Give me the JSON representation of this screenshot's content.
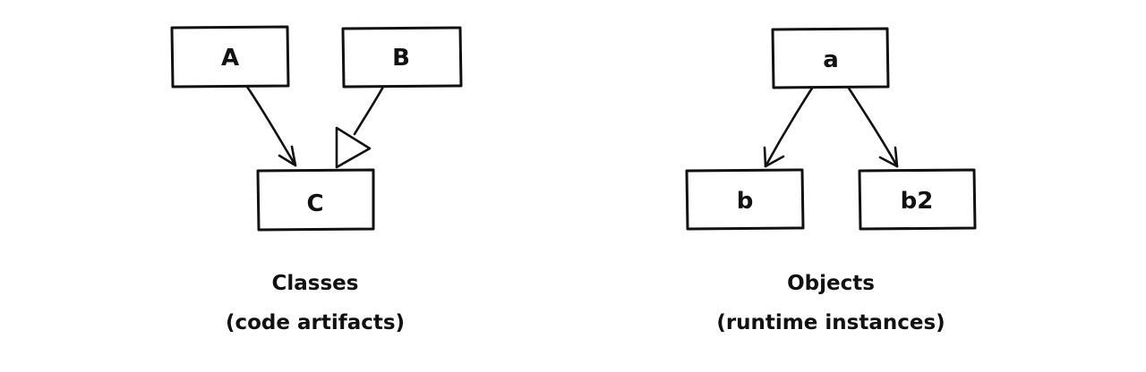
{
  "classes": {
    "nodes": {
      "a": "A",
      "b": "B",
      "c": "C"
    },
    "caption": {
      "line1": "Classes",
      "line2": "(code artifacts)"
    }
  },
  "objects": {
    "nodes": {
      "a": "a",
      "b": "b",
      "b2": "b2"
    },
    "caption": {
      "line1": "Objects",
      "line2": "(runtime instances)"
    }
  },
  "colors": {
    "ink": "#111111",
    "background": "#ffffff"
  }
}
